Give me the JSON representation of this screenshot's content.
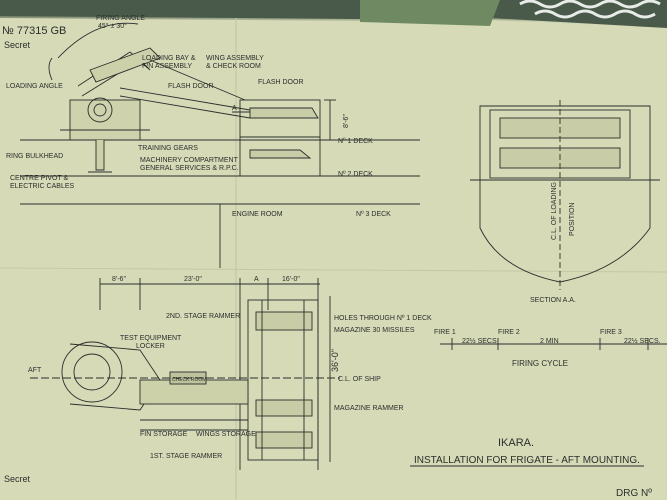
{
  "drawing": {
    "number": "№ 77315 GB",
    "security_top": "Secret",
    "security_bottom": "Secret",
    "drg_no": "DRG Nº",
    "title_main": "IKARA.",
    "title_sub": "INSTALLATION FOR FRIGATE - AFT MOUNTING."
  },
  "elevation_labels": {
    "firing_angle": "FIRING ANGLE",
    "firing_angle_range": "45° ± 30°",
    "loading_bay": "LOADING BAY &",
    "fin_assembly": "F/N ASSEMBLY",
    "wing_assembly": "WING ASSEMBLY",
    "check_room": "& CHECK ROOM",
    "loading_angle": "LOADING ANGLE",
    "flash_door_1": "FLASH DOOR",
    "flash_door_2": "FLASH DOOR",
    "marker_a": "A",
    "height_dim": "8'-6\"",
    "deck_1": "Nº 1 DECK",
    "deck_2": "Nº 2 DECK",
    "deck_3": "Nº 3 DECK",
    "ring_bulkhead": "RING BULKHEAD",
    "training_gears": "TRAINING GEARS",
    "machinery_1": "MACHINERY COMPARTMENT",
    "machinery_2": "GENERAL SERVICES & R.P.C.",
    "centre_pivot_1": "CENTRE PIVOT &",
    "centre_pivot_2": "ELECTRIC CABLES",
    "engine_room": "ENGINE ROOM"
  },
  "plan_labels": {
    "dim_1": "8'-6\"",
    "dim_2": "23'-0\"",
    "dim_a": "A",
    "dim_3": "16'-0\"",
    "stage2_rammer": "2ND. STAGE RAMMER",
    "test_equipment": "TEST EQUIPMENT",
    "locker": "LOCKER",
    "aft": "AFT",
    "fin_storage": "FIN STORAGE",
    "wings_storage": "WINGS STORAGE",
    "stage1_rammer": "1ST. STAGE RAMMER",
    "holes": "HOLES THROUGH Nº 1 DECK",
    "magazine_30": "MAGAZINE 30 MISSILES",
    "width_dim": "36'-0\"",
    "cl_ship": "C.L. OF SHIP",
    "magazine_rammer": "MAGAZINE RAMMER",
    "small_box": "CHECK ROOM"
  },
  "section_labels": {
    "section_aa": "SECTION A.A.",
    "cl_loading_1": "C.L. OF LOADING",
    "cl_loading_2": "POSITION"
  },
  "firing_cycle": {
    "title": "FIRING CYCLE",
    "fire_1": "FIRE 1",
    "fire_2": "FIRE 2",
    "fire_3": "FIRE 3",
    "interval_1": "22½ SECS",
    "interval_2": "2 MIN",
    "interval_3": "22½ SECS."
  },
  "colors": {
    "paper": "#d8dcb8",
    "ink": "#2b2f2c",
    "background": "#3a4a3a"
  }
}
